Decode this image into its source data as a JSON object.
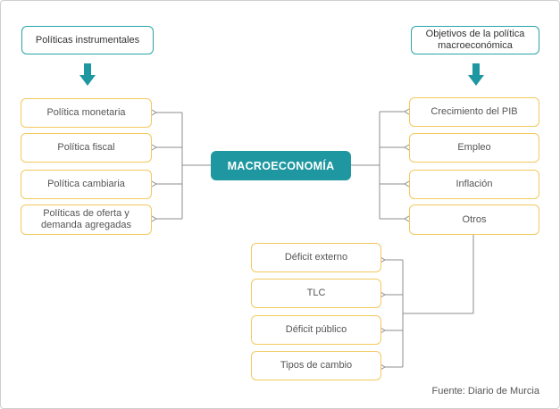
{
  "center": {
    "label": "MACROECONOMÍA"
  },
  "left_header": {
    "label": "Políticas instrumentales"
  },
  "right_header": {
    "label": "Objetivos de la política macroeconómica"
  },
  "left_items": [
    {
      "label": "Política monetaria"
    },
    {
      "label": "Política fiscal"
    },
    {
      "label": "Política cambiaria"
    },
    {
      "label": "Políticas de oferta y demanda agregadas"
    }
  ],
  "right_items": [
    {
      "label": "Crecimiento del PIB"
    },
    {
      "label": "Empleo"
    },
    {
      "label": "Inflación"
    },
    {
      "label": "Otros"
    }
  ],
  "sub_items": [
    {
      "label": "Déficit externo"
    },
    {
      "label": "TLC"
    },
    {
      "label": "Déficit público"
    },
    {
      "label": "Tipos de cambio"
    }
  ],
  "source": "Fuente: Diario de Murcia",
  "colors": {
    "teal": "#1e97a0",
    "yellow": "#f3c95f",
    "line": "#8c8c8c"
  }
}
